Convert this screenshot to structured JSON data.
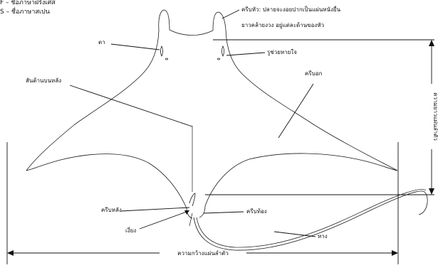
{
  "legend": {
    "french": "F – ชื่อภาษาฝรั่งเศส",
    "spanish": "S – ชื่อภาษาสเปน"
  },
  "labels": {
    "cephalic_fin_line1": "ครีบหัว: ปลายจะงอยปากเป็นแผ่นหนังยื่น",
    "cephalic_fin_line2": "ยาวคล้ายงวง อยู่แต่ละด้านของหัว",
    "eye": "ตา",
    "spiracle": "รูช่วยหายใจ",
    "dorsal_ridge": "สันด้านบนหลัง",
    "pectoral_fin": "ครีบอก",
    "dorsal_fin": "ครีบหลัง",
    "pelvic_fin": "ครีบท้อง",
    "stinger": "เงี่ยง",
    "tail": "หาง",
    "disc_width": "ความกว้างแผ่นลำตัว",
    "disc_length": "ความยาวแผ่นลำตัว"
  }
}
